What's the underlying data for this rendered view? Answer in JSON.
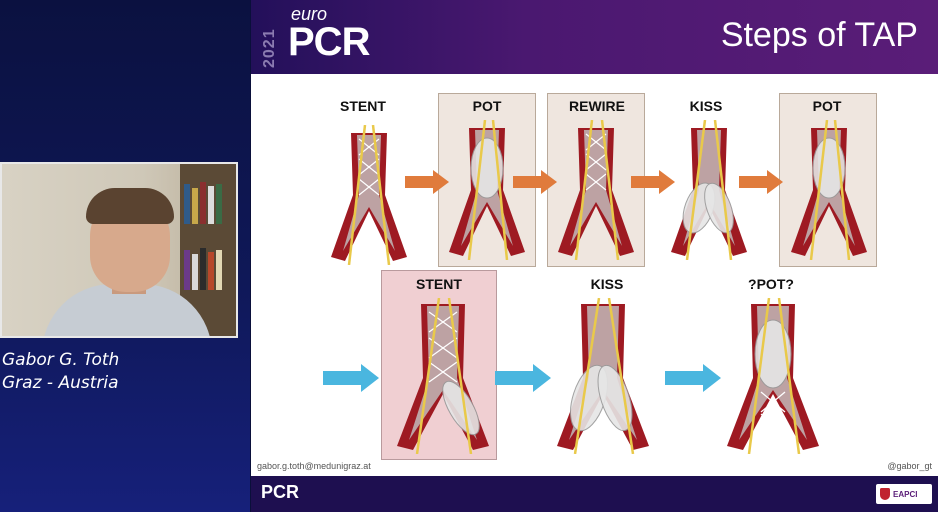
{
  "presenter": {
    "name_line1": "Gabor G. Toth",
    "name_line2": "Graz - Austria"
  },
  "slide": {
    "logo_year": "2021",
    "logo_euro": "euro",
    "logo_pcr": "PCR",
    "title": "Steps of TAP",
    "row1_labels": [
      "STENT",
      "POT",
      "REWIRE",
      "KISS",
      "POT"
    ],
    "row2_labels": [
      "STENT",
      "KISS",
      "?POT?"
    ],
    "email": "gabor.g.toth@medunigraz.at",
    "twitter": "@gabor_gt",
    "footer_logo": "PCR",
    "footer_badge": "EAPCI"
  },
  "colors": {
    "header": "#4a1870",
    "arrow_orange": "#e07b3c",
    "arrow_blue": "#4ab6df",
    "vessel": "#9e1a22",
    "wire": "#e9c94a"
  }
}
